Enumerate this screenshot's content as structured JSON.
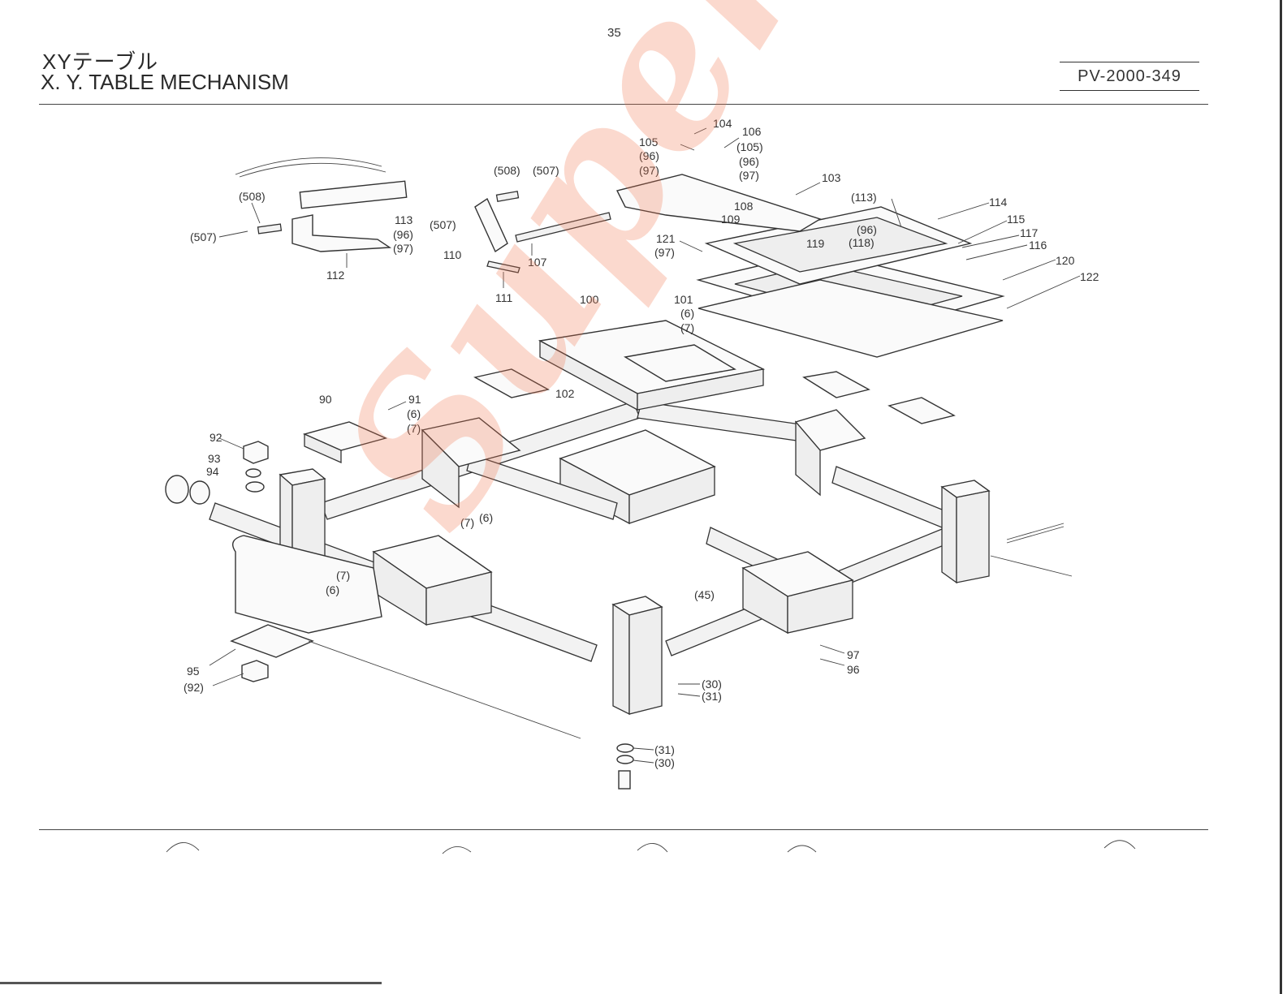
{
  "header": {
    "page_number": "35",
    "title_jp": "XYテーブル",
    "title_en": "X. Y. TABLE MECHANISM",
    "drawing_code": "PV-2000-349"
  },
  "watermark": {
    "text": "Superior"
  },
  "callouts": [
    {
      "id": "c104",
      "text": "104"
    },
    {
      "id": "c106",
      "text": "106"
    },
    {
      "id": "c105a",
      "text": "105"
    },
    {
      "id": "c105b",
      "text": "(105)"
    },
    {
      "id": "c96a",
      "text": "(96)"
    },
    {
      "id": "c96b",
      "text": "(96)"
    },
    {
      "id": "c97a",
      "text": "(97)"
    },
    {
      "id": "c97b",
      "text": "(97)"
    },
    {
      "id": "c103",
      "text": "103"
    },
    {
      "id": "c108",
      "text": "108"
    },
    {
      "id": "c109",
      "text": "109"
    },
    {
      "id": "c113a",
      "text": "(113)"
    },
    {
      "id": "c114",
      "text": "114"
    },
    {
      "id": "c115",
      "text": "115"
    },
    {
      "id": "c96c",
      "text": "(96)"
    },
    {
      "id": "c117",
      "text": "117"
    },
    {
      "id": "c118",
      "text": "(118)"
    },
    {
      "id": "c119",
      "text": "119"
    },
    {
      "id": "c116",
      "text": "116"
    },
    {
      "id": "c120",
      "text": "120"
    },
    {
      "id": "c122",
      "text": "122"
    },
    {
      "id": "c121",
      "text": "121"
    },
    {
      "id": "c97c",
      "text": "(97)"
    },
    {
      "id": "c101",
      "text": "101"
    },
    {
      "id": "c6a",
      "text": "(6)"
    },
    {
      "id": "c7a",
      "text": "(7)"
    },
    {
      "id": "c100",
      "text": "100"
    },
    {
      "id": "c508a",
      "text": "(508)"
    },
    {
      "id": "c507a",
      "text": "(507)"
    },
    {
      "id": "c508b",
      "text": "(508)"
    },
    {
      "id": "c507b",
      "text": "(507)"
    },
    {
      "id": "c507c",
      "text": "(507)"
    },
    {
      "id": "c113b",
      "text": "113"
    },
    {
      "id": "c96d",
      "text": "(96)"
    },
    {
      "id": "c97d",
      "text": "(97)"
    },
    {
      "id": "c110",
      "text": "110"
    },
    {
      "id": "c107",
      "text": "107"
    },
    {
      "id": "c111",
      "text": "111"
    },
    {
      "id": "c112",
      "text": "112"
    },
    {
      "id": "c102",
      "text": "102"
    },
    {
      "id": "c90",
      "text": "90"
    },
    {
      "id": "c91",
      "text": "91"
    },
    {
      "id": "c6b",
      "text": "(6)"
    },
    {
      "id": "c7b",
      "text": "(7)"
    },
    {
      "id": "c92",
      "text": "92"
    },
    {
      "id": "c93",
      "text": "93"
    },
    {
      "id": "c94",
      "text": "94"
    },
    {
      "id": "c7c",
      "text": "(7)"
    },
    {
      "id": "c6c",
      "text": "(6)"
    },
    {
      "id": "c7d",
      "text": "(7)"
    },
    {
      "id": "c6d",
      "text": "(6)"
    },
    {
      "id": "c45",
      "text": "(45)"
    },
    {
      "id": "c97e",
      "text": "97"
    },
    {
      "id": "c96e",
      "text": "96"
    },
    {
      "id": "c30a",
      "text": "(30)"
    },
    {
      "id": "c31a",
      "text": "(31)"
    },
    {
      "id": "c31b",
      "text": "(31)"
    },
    {
      "id": "c30b",
      "text": "(30)"
    },
    {
      "id": "c95",
      "text": "95"
    },
    {
      "id": "c92b",
      "text": "(92)"
    }
  ]
}
